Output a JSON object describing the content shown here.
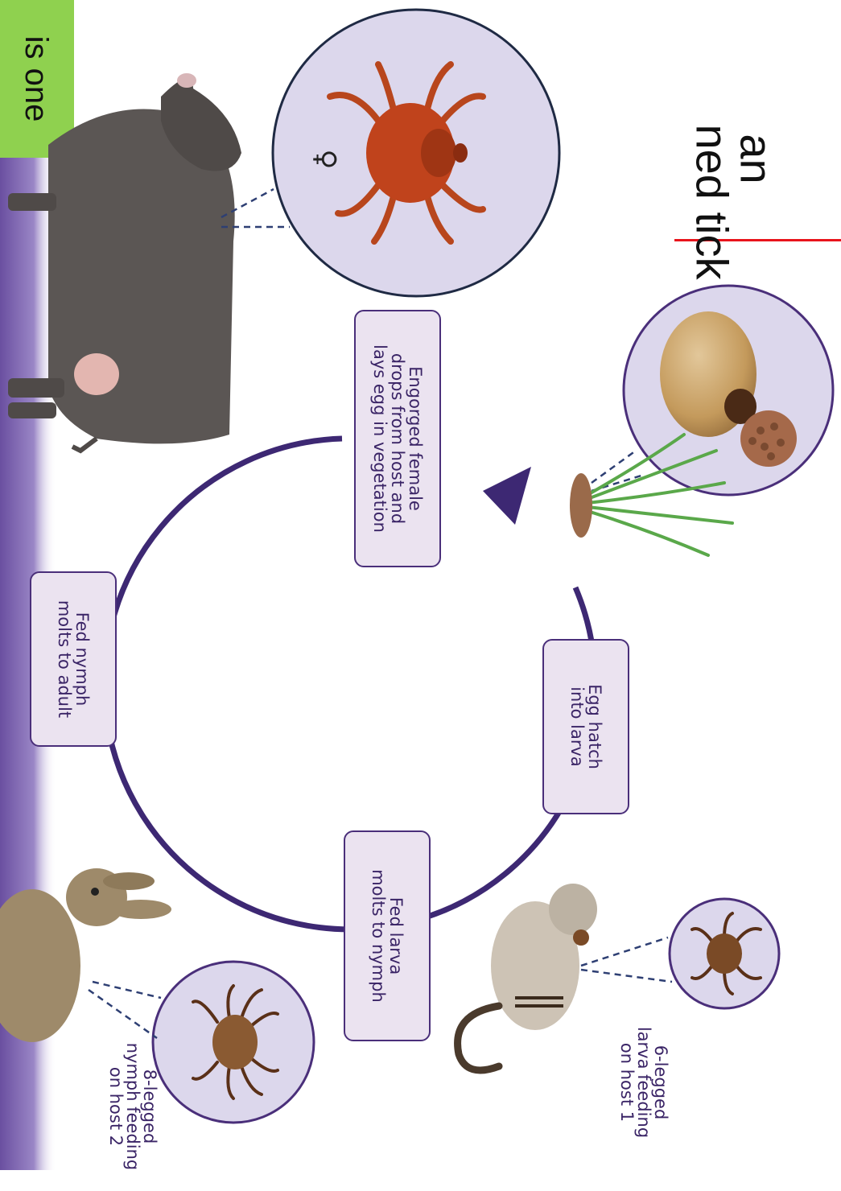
{
  "diagram": {
    "title_lines": [
      "an",
      "ned tick"
    ],
    "green_note": "is one",
    "female_symbol": "♀",
    "steps": {
      "engorged_female": "Engorged female\ndrops from host and\nlays egg in vegetation",
      "egg_hatch": "Egg hatch\ninto larva",
      "fed_larva": "Fed larva\nmolts to nymph",
      "fed_nymph": "Fed nymph\nmolts to adult"
    },
    "captions": {
      "larva_host": "6-legged\nlarva feeding\non host 1",
      "nymph_host": "8-legged\nnymph feeding\non host 2"
    },
    "colors": {
      "cycle": "#3d2873",
      "box_fill": "#ebe3f0",
      "box_border": "#4a2f7a",
      "inset_fill": "#dcd7ec",
      "title_border": "#e8141c",
      "green_note_bg": "#8fd14f",
      "left_band": "#6a4fa0"
    }
  }
}
